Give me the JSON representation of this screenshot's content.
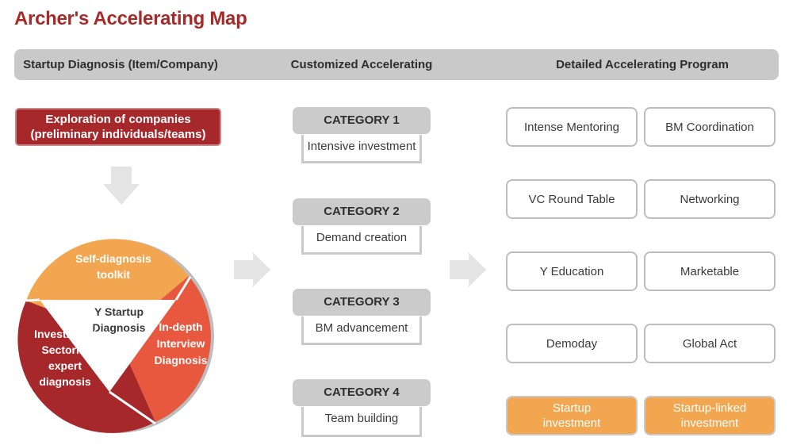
{
  "title": "Archer's Accelerating Map",
  "headers": {
    "diagnosis": "Startup Diagnosis (Item/Company)",
    "customized": "Customized Accelerating",
    "program": "Detailed Accelerating Program"
  },
  "exploration": {
    "line1": "Exploration of companies",
    "line2": "(preliminary individuals/teams)"
  },
  "pie": {
    "top": {
      "line1": "Self-diagnosis",
      "line2": "toolkit"
    },
    "center": {
      "line1": "Y Startup",
      "line2": "Diagnosis"
    },
    "right": {
      "line1": "In-depth",
      "line2": "Interview",
      "line3": "Diagnosis"
    },
    "left": {
      "line1": "Investment/",
      "line2": "Sectorial",
      "line3": "expert",
      "line4": "diagnosis"
    }
  },
  "categories": [
    {
      "head": "CATEGORY 1",
      "body": "Intensive investment"
    },
    {
      "head": "CATEGORY 2",
      "body": "Demand creation"
    },
    {
      "head": "CATEGORY 3",
      "body": "BM advancement"
    },
    {
      "head": "CATEGORY 4",
      "body": "Team building"
    }
  ],
  "programs": [
    {
      "left": "Intense Mentoring",
      "right": "BM Coordination"
    },
    {
      "left": "VC Round Table",
      "right": "Networking"
    },
    {
      "left": "Y Education",
      "right": "Marketable"
    },
    {
      "left": "Demoday",
      "right": "Global Act"
    }
  ],
  "investment": {
    "left": {
      "line1": "Startup",
      "line2": "investment"
    },
    "right": {
      "line1": "Startup-linked",
      "line2": "investment"
    }
  },
  "colors": {
    "title": "#a52a2a",
    "dark_red": "#a6282a",
    "red_orange": "#e8583e",
    "orange": "#f2a64f",
    "gray": "#c9c9c9"
  }
}
